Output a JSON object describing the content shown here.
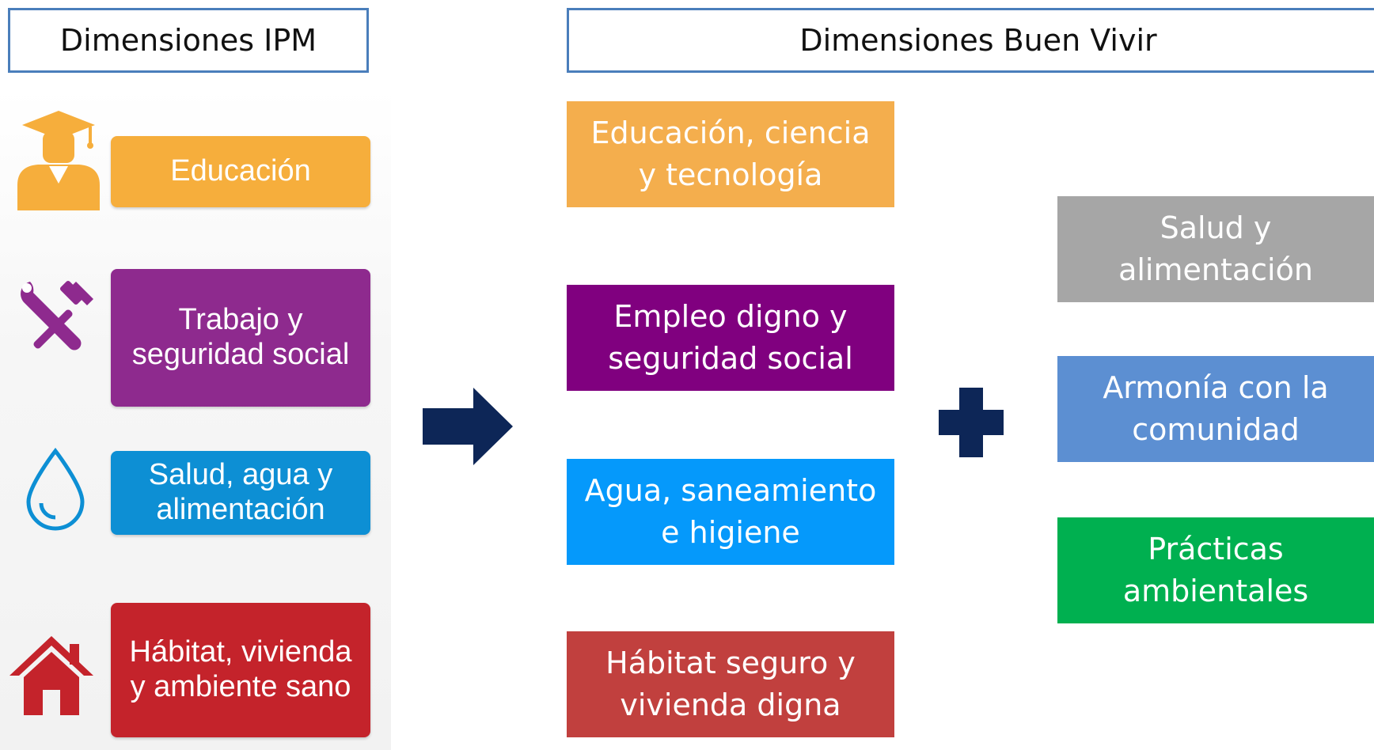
{
  "headers": {
    "ipm": "Dimensiones IPM",
    "buen_vivir": "Dimensiones Buen Vivir"
  },
  "ipm_dimensions": [
    {
      "label": "Educación",
      "color": "#f6ae3c",
      "icon": "graduate-icon"
    },
    {
      "label": "Trabajo y\nseguridad social",
      "color": "#8e2a8e",
      "icon": "tools-icon"
    },
    {
      "label": "Salud, agua y\nalimentación",
      "color": "#0d8fd4",
      "icon": "water-drop-icon"
    },
    {
      "label": "Hábitat, vivienda\ny ambiente sano",
      "color": "#c4232b",
      "icon": "house-icon"
    }
  ],
  "buen_vivir_dimensions": [
    {
      "label": "Educación, ciencia\ny tecnología",
      "color": "#f4ae4d"
    },
    {
      "label": "Empleo digno y\nseguridad social",
      "color": "#80007f"
    },
    {
      "label": "Agua, saneamiento\ne higiene",
      "color": "#0599fb"
    },
    {
      "label": "Hábitat seguro y\nvivienda digna",
      "color": "#c1403e"
    }
  ],
  "added_dimensions": [
    {
      "label": "Salud y\nalimentación",
      "color": "#a6a6a6"
    },
    {
      "label": "Armonía con la\ncomunidad",
      "color": "#5c8fd2"
    },
    {
      "label": "Prácticas\nambientales",
      "color": "#00b050"
    }
  ],
  "symbols": {
    "arrow_color": "#0d2657",
    "plus_color": "#0d2657"
  }
}
